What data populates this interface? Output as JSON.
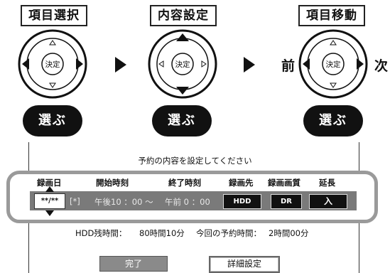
{
  "steps": [
    {
      "title": "項目選択",
      "select_label": "選ぶ"
    },
    {
      "title": "内容設定",
      "select_label": "選ぶ"
    },
    {
      "title": "項目移動",
      "select_label": "選ぶ"
    }
  ],
  "pad_center_label": "決定",
  "prev_label": "前",
  "next_label": "次",
  "instruction": "予約の内容を設定してください",
  "table": {
    "headers": {
      "date": "録画日",
      "start": "開始時刻",
      "end": "終了時刻",
      "dest": "録画先",
      "quality": "録画画質",
      "extend": "延長"
    },
    "row": {
      "date": "**/**",
      "date_mark": "[*]",
      "start": "午後10 ：00 〜",
      "end": "午前 0 ：00",
      "dest": "HDD",
      "quality": "DR",
      "extend": "入"
    }
  },
  "hdd_remaining_label": "HDD残時間：",
  "hdd_remaining_value": "80時間10分",
  "this_reservation_label": "今回の予約時間：",
  "this_reservation_value": "2時間00分",
  "buttons": {
    "done": "完了",
    "details": "詳細設定"
  },
  "colors": {
    "panel_border": "#9a9a9a",
    "row_bg": "#7a7a7a",
    "oval_bg": "#111111"
  }
}
